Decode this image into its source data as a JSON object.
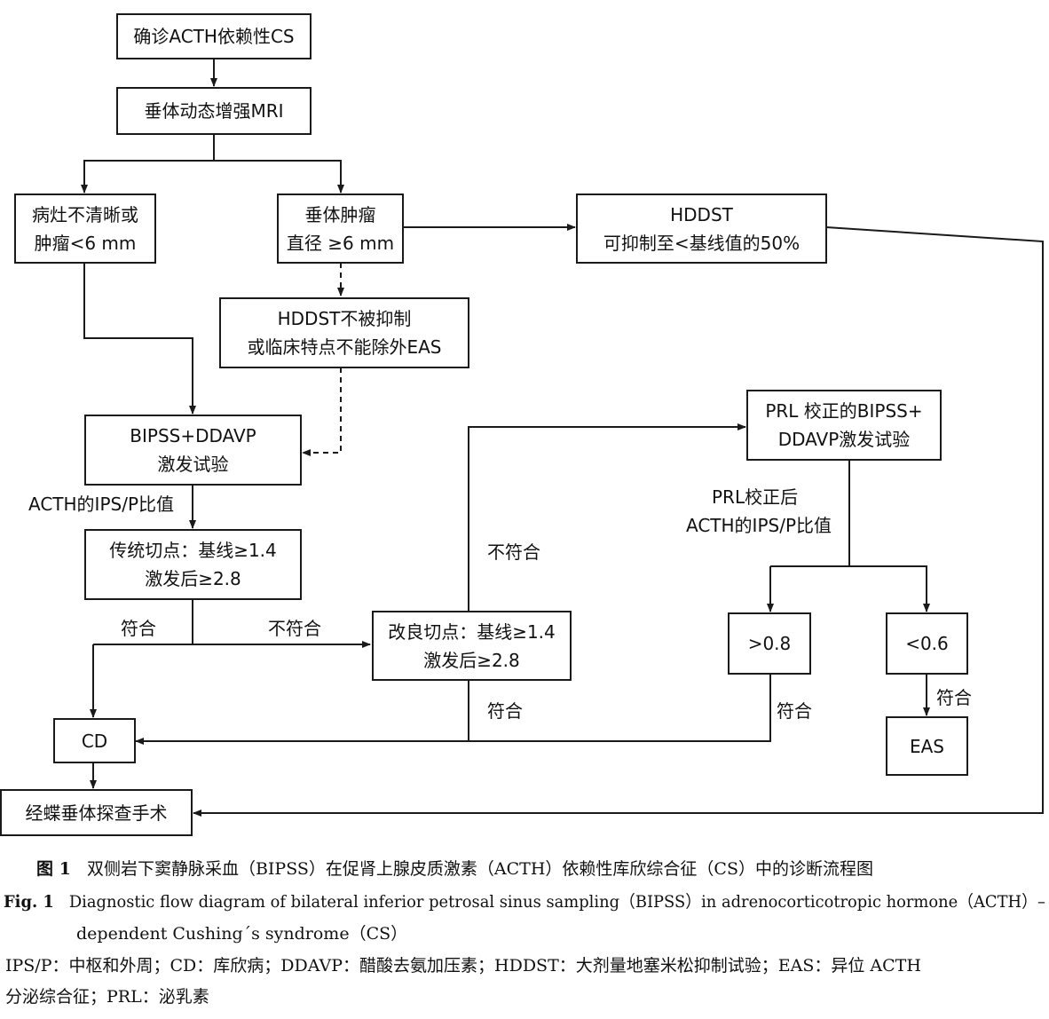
{
  "nodes": {
    "confirm": "确诊ACTH依赖性CS",
    "mri": "垂体动态增强MRI",
    "lesion_unclear": [
      "病灶不清晰或",
      "肿瘤<6 mm"
    ],
    "tumor": [
      "垂体肿瘤",
      "直径 ≥6 mm"
    ],
    "hddst_top": [
      "HDDST",
      "可抑制至<基线值的50%"
    ],
    "hddst_mid": [
      "HDDST不被抑制",
      "或临床特点不能除外EAS"
    ],
    "bipss": [
      "BIPSS+DDAVP",
      "激发试验"
    ],
    "traditional": [
      "传统切点：基线≥1.4",
      "激发后≥2.8"
    ],
    "improved": [
      "改良切点：基线≥1.4",
      "激发后≥2.8"
    ],
    "prl_bipss": [
      "PRL 校正的BIPSS+",
      "DDAVP激发试验"
    ],
    "gt": ">0.8",
    "lt": "<0.6",
    "cd": "CD",
    "eas": "EAS",
    "surgery": "经蝶垂体探查手术"
  },
  "labels": {
    "acth_ratio": "ACTH的IPS/P比值",
    "prl_ratio": [
      "PRL校正后",
      "ACTH的IPS/P比值"
    ],
    "match": "符合",
    "mismatch": "不符合"
  },
  "caption": {
    "cn_prefix": "图 1",
    "cn_text": "双侧岩下窦静脉采血（BIPSS）在促肾上腺皮质激素（ACTH）依赖性库欣综合征（CS）中的诊断流程图",
    "en_prefix": "Fig. 1",
    "en_line1": "Diagnostic flow diagram of bilateral inferior petrosal sinus sampling（BIPSS）in adrenocorticotropic hormone（ACTH）–",
    "en_line2": "dependent Cushing´s syndrome（CS）",
    "abbr_line1": "IPS/P：中枢和外周；CD：库欣病；DDAVP：醋酸去氨加压素；HDDST：大剂量地塞米松抑制试验；EAS：异位 ACTH",
    "abbr_line2": "分泌综合征；PRL：泌乳素"
  }
}
